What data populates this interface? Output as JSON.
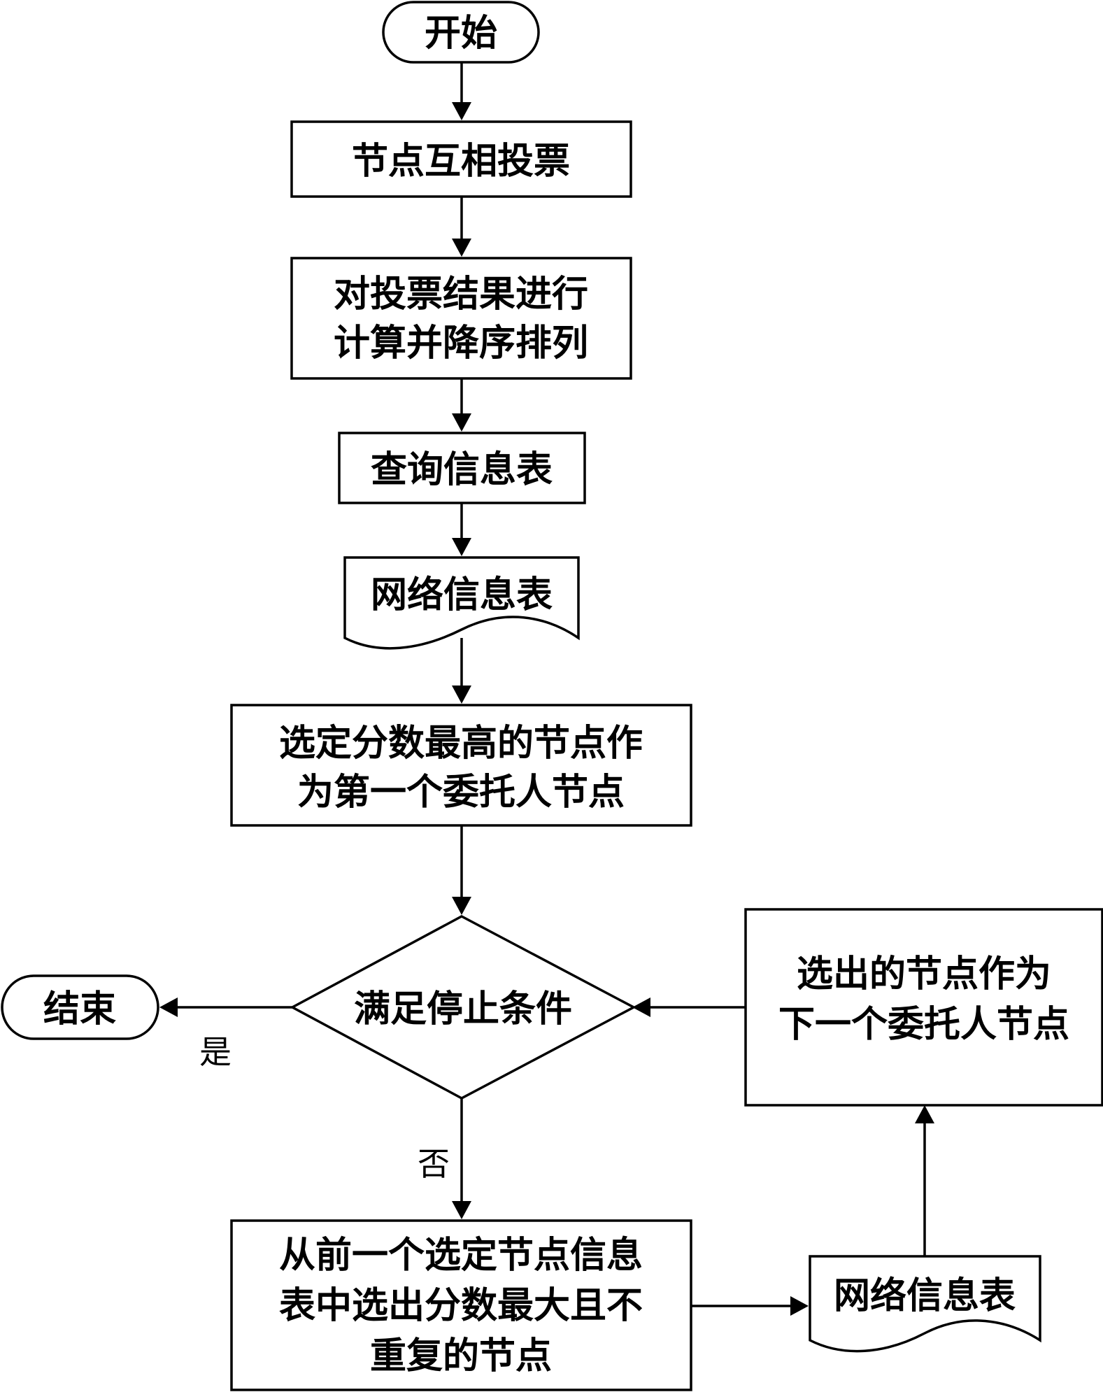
{
  "nodes": {
    "start": "开始",
    "vote": "节点互相投票",
    "sort": [
      "对投票结果进行",
      "计算并降序排列"
    ],
    "query": "查询信息表",
    "netinfo1": "网络信息表",
    "select_first": [
      "选定分数最高的节点作",
      "为第一个委托人节点"
    ],
    "stop_cond": "满足停止条件",
    "end": "结束",
    "select_next": [
      "从前一个选定节点信息",
      "表中选出分数最大且不",
      "重复的节点"
    ],
    "netinfo2": "网络信息表",
    "next_delegate": [
      "选出的节点作为",
      "下一个委托人节点"
    ]
  },
  "edges": {
    "yes": "是",
    "no": "否"
  }
}
